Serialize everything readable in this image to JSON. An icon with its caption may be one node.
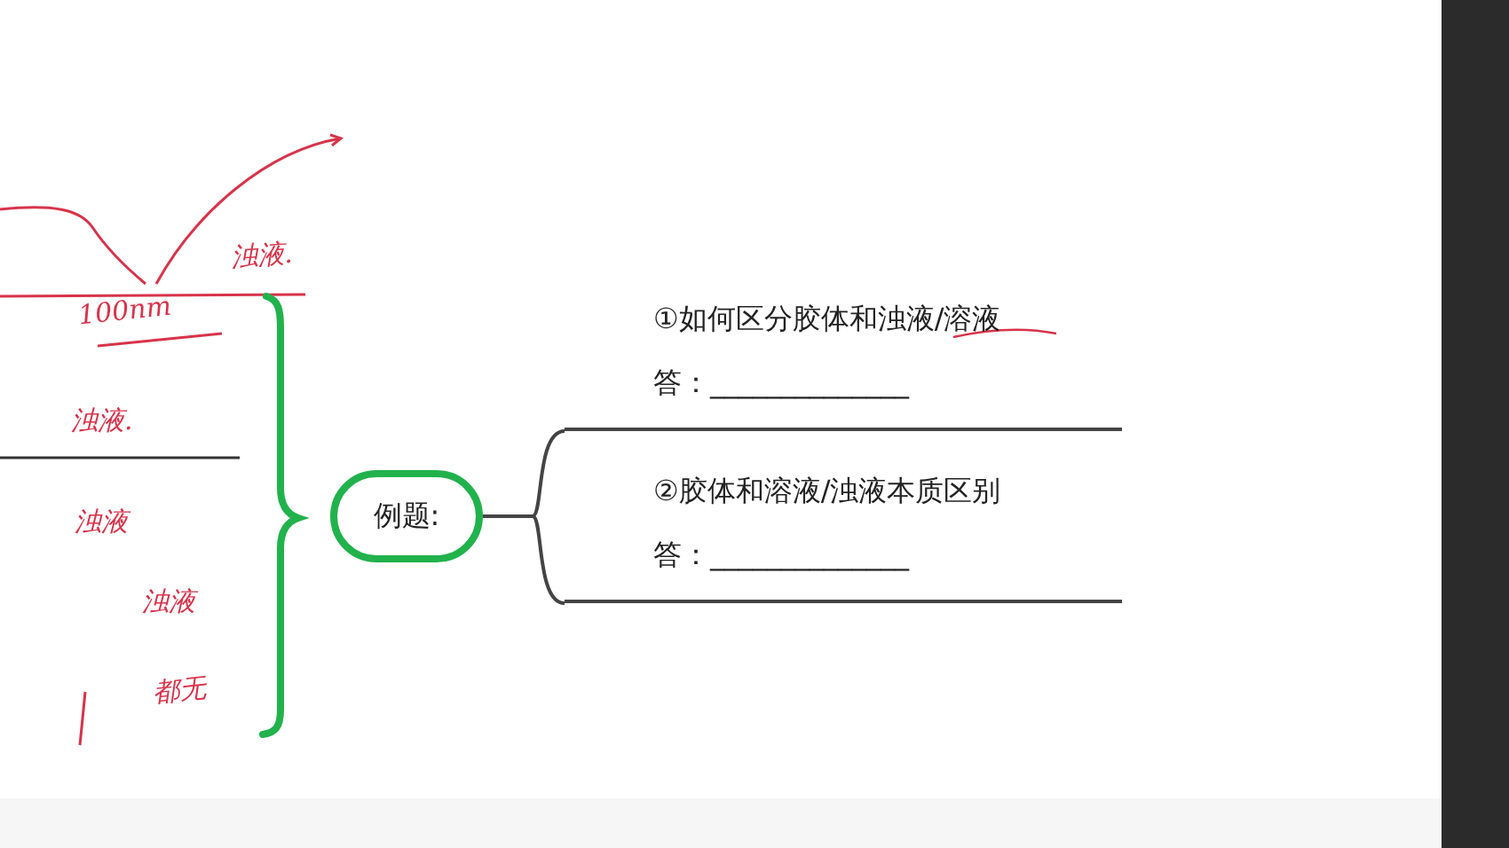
{
  "diagram": {
    "nodes": [
      {
        "text": [
          "例题:"
        ]
      },
      {
        "text": [
          "①如何区分胶体和浊液/溶液",
          "答：______________"
        ]
      },
      {
        "text": [
          "②胶体和溶液/浊液本质区别",
          "答：______________"
        ]
      }
    ],
    "edges": [
      {
        "from": 0,
        "to": 1,
        "arrow": "none"
      },
      {
        "from": 0,
        "to": 2,
        "arrow": "none"
      }
    ],
    "labels": [
      "浊液.",
      "100nm",
      "浊液.",
      "浊液",
      "浊液",
      "都无"
    ]
  }
}
